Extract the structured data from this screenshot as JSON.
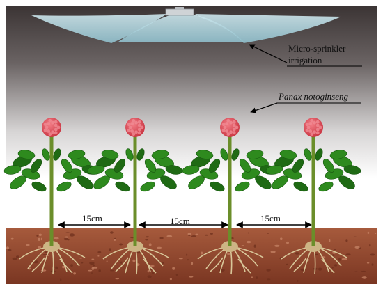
{
  "labels": {
    "irrigation_line1": "Micro-sprinkler",
    "irrigation_line2": "irrigation",
    "plant_name": "Panax notoginseng",
    "spacing_1": "15cm",
    "spacing_2": "15cm",
    "spacing_3": "15cm"
  },
  "colors": {
    "sky_top": "#3b3434",
    "sky_bottom": "#ffffff",
    "spray": "#b9dde6",
    "soil": "#9a4e33",
    "soil_dark": "#7a3622",
    "leaf": "#2e8a1e",
    "leaf_dark": "#1f6a14",
    "stem": "#6b8e2a",
    "flower": "#e0485a",
    "root": "#d9c79a"
  },
  "plant_count": 4
}
